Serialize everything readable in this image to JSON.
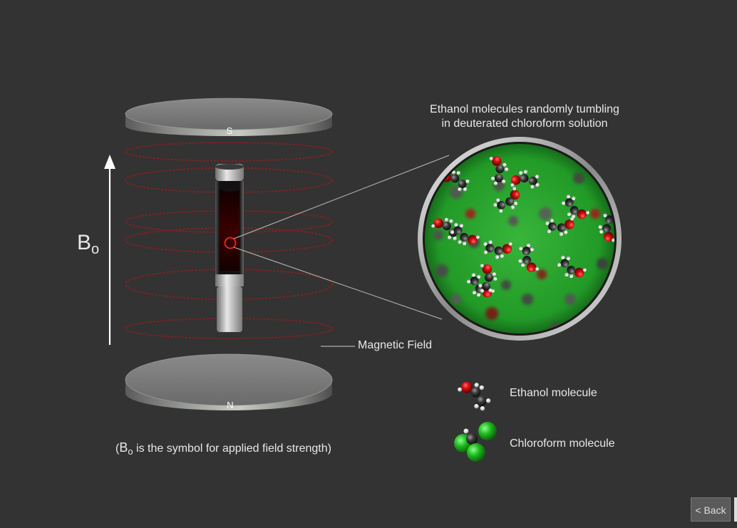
{
  "caption": {
    "line1": "Ethanol molecules randomly tumbling",
    "line2": "in deuterated chloroform solution"
  },
  "magnet": {
    "top_pole": "S",
    "bottom_pole": "N",
    "field_label": "Magnetic Field"
  },
  "field_symbol": {
    "base": "B",
    "sub": "o"
  },
  "footnote": {
    "open": "(",
    "rest": " is the symbol for applied field strength)"
  },
  "legend": {
    "ethanol": "Ethanol molecule",
    "chloroform": "Chloroform molecule"
  },
  "nav": {
    "back_label": "< Back"
  },
  "colors": {
    "background": "#333333",
    "field_lines": "#7a2323",
    "solution": "#22a82a",
    "oxygen": "#cc1111",
    "carbon": "#3a3a3a",
    "hydrogen": "#e8e8e8",
    "chlorine": "#22b822"
  }
}
